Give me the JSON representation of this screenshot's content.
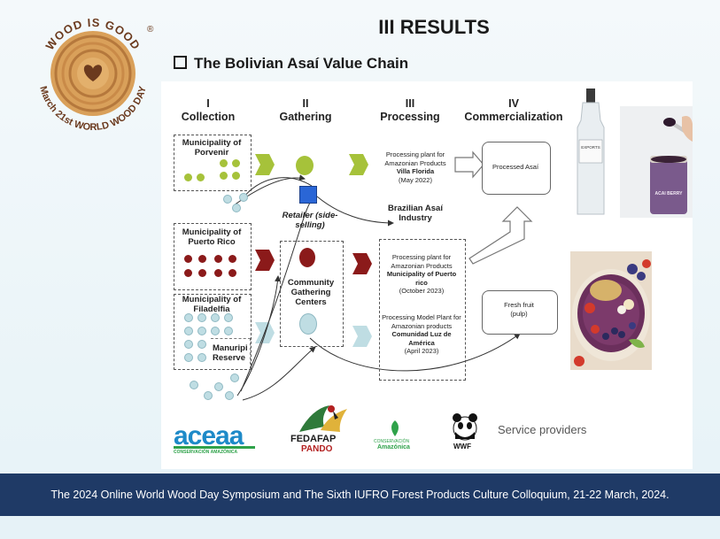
{
  "seal": {
    "top_text": "WOOD IS GOOD",
    "bottom_text": "March 21st WORLD WOOD DAY",
    "mark": "®"
  },
  "title": "III RESULTS",
  "subtitle": "The Bolivian Asaí Value Chain",
  "columns": [
    {
      "numeral": "I",
      "label": "Collection"
    },
    {
      "numeral": "II",
      "label": "Gathering"
    },
    {
      "numeral": "III",
      "label": "Processing"
    },
    {
      "numeral": "IV",
      "label": "Commercialization"
    }
  ],
  "sources": {
    "porvenir": "Municipality of Porvenir",
    "puerto_rico": "Municipality of Puerto Rico",
    "filadelfia": "Municipality of Filadelfia",
    "manuripi": "Manuripi Reserve"
  },
  "gathering": {
    "retailer": "Retailer (side-selling)",
    "community": "Community Gathering Centers"
  },
  "processing": {
    "villa_line1": "Processing plant for Amazonian Products",
    "villa_name": "Villa Florida",
    "villa_date": "(May 2022)",
    "brazil": "Brazilian Asaí Industry",
    "pr_line1": "Processing plant for Amazonian Products",
    "pr_name": "Municipality of Puerto rico",
    "pr_date": "(October 2023)",
    "model_line1": "Processing Model Plant for Amazonian products",
    "model_name": "Comunidad Luz de América",
    "model_date": "(April 2023)"
  },
  "commercialization": {
    "processed": "Processed Asaí",
    "fresh_line1": "Fresh fruit",
    "fresh_line2": "(pulp)"
  },
  "product_photo": {
    "bottle_label": "EXPORTS",
    "jar_label": "ACAI BERRY"
  },
  "logos": {
    "aceaa": "aceaa",
    "aceaa_sub": "CONSERVACIÓN AMAZÓNICA",
    "fedafap": "FEDAFAP",
    "pando": "PANDO",
    "conservacion": "CONSERVACIÓN",
    "amazonica": "Amazónica",
    "wwf": "WWF",
    "service": "Service providers"
  },
  "footer": "The 2024 Online World Wood Day Symposium and The Sixth IUFRO Forest Products Culture Colloquium, 21-22 March, 2024.",
  "colors": {
    "green": "#a6c23a",
    "red": "#8b1a1a",
    "cyan": "#bfdde3",
    "footer_bg": "#1f3a66",
    "aceaa_blue": "#1e8ac8"
  }
}
